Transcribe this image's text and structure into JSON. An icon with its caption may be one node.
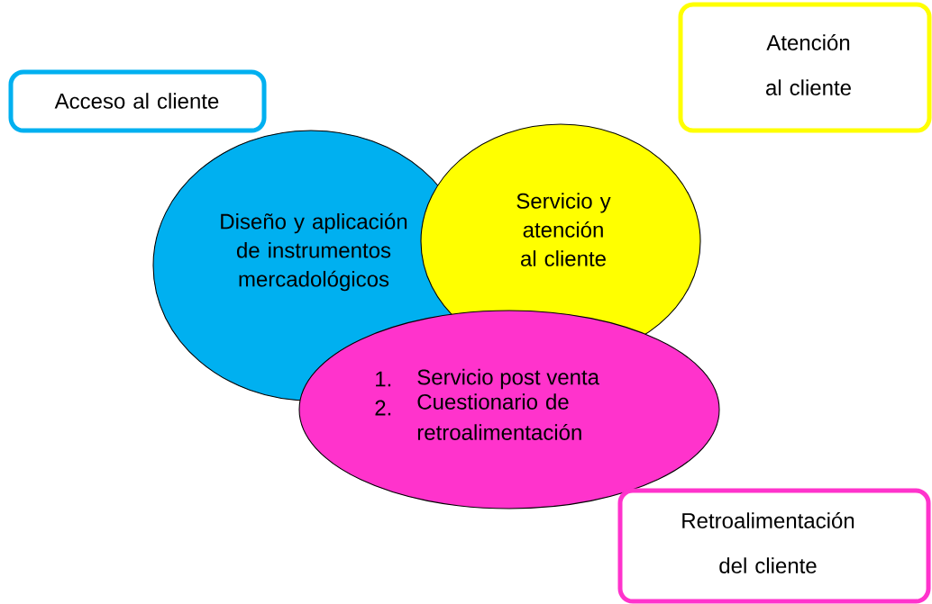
{
  "diagram": {
    "nodes": [
      {
        "text": [
          "Acceso al cliente"
        ]
      },
      {
        "text": [
          "Atención al cliente"
        ]
      },
      {
        "text": [
          "Diseño y aplicación de instrumentos mercadológicos"
        ]
      },
      {
        "text": [
          "Servicio y atención al cliente"
        ]
      },
      {
        "text": [
          "1.",
          "Servicio post venta",
          "2.",
          "Cuestionario de retroalimentación"
        ]
      },
      {
        "text": [
          "Retroalimentación del cliente"
        ]
      }
    ]
  }
}
